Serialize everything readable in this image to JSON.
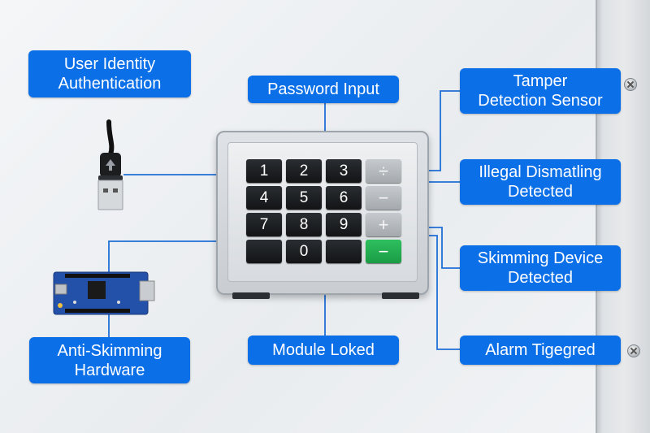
{
  "labels": {
    "user_auth": "User Identity\nAuthentication",
    "password_input": "Password Input",
    "tamper": "Tamper\nDetection Sensor",
    "illegal": "Illegal Dismatling\nDetected",
    "skimming": "Skimming Device\nDetected",
    "alarm": "Alarm Tigegred",
    "module_locked": "Module Loked",
    "anti_skimming": "Anti-Skimming\nHardware"
  },
  "keypad": {
    "rows": [
      [
        "1",
        "2",
        "3",
        "÷"
      ],
      [
        "4",
        "5",
        "6",
        "−"
      ],
      [
        "7",
        "8",
        "9",
        "+"
      ],
      [
        "",
        "0",
        "",
        "−"
      ]
    ]
  },
  "colors": {
    "label_bg": "#0b6fe8",
    "connector": "#1f6fd6",
    "enter_key": "#22b04f"
  },
  "icons": [
    "usb-cable-icon",
    "circuit-board-icon",
    "screw-icon"
  ]
}
